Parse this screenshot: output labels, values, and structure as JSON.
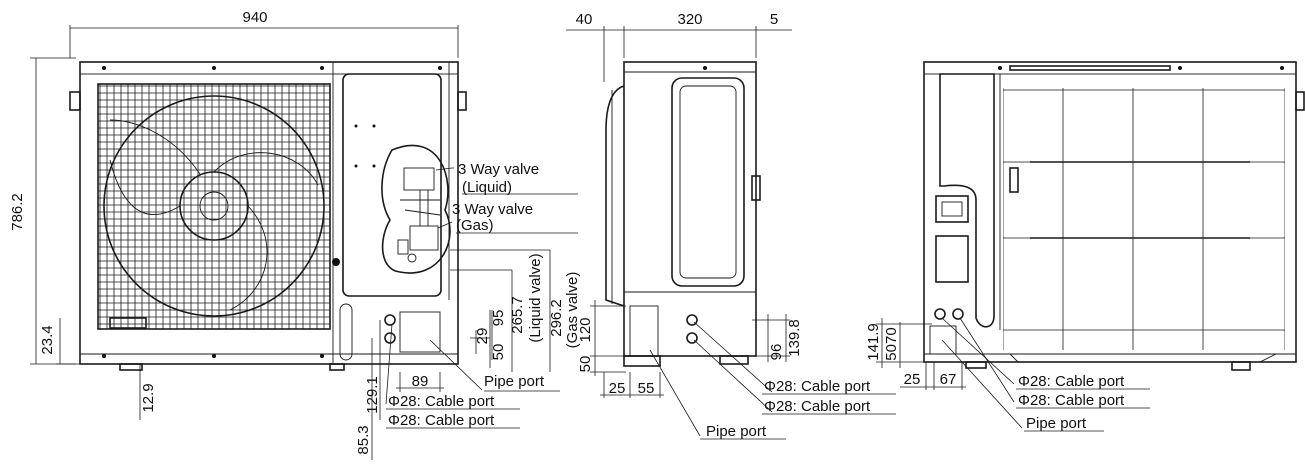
{
  "front": {
    "width": "940",
    "height": "786.2",
    "foot_offset": "23.4",
    "foot_height": "12.9",
    "dim_29": "29",
    "dim_95": "95",
    "dim_50": "50",
    "dim_89": "89",
    "dim_129": "129.1",
    "dim_85": "85.3",
    "dim_liquid": "265.7",
    "dim_liquid_label": "(Liquid valve)",
    "dim_gas": "296.2",
    "dim_gas_label": "(Gas valve)",
    "valve_liquid_line1": "3 Way valve",
    "valve_liquid_line2": "(Liquid)",
    "valve_gas_line1": "3 Way valve",
    "valve_gas_line2": "(Gas)",
    "pipe_port": "Pipe port",
    "cable_port_1": "Φ28: Cable port",
    "cable_port_2": "Φ28: Cable port"
  },
  "side": {
    "dim_40": "40",
    "dim_320": "320",
    "dim_5": "5",
    "dim_120": "120",
    "dim_50": "50",
    "dim_25": "25",
    "dim_55": "55",
    "dim_96": "96",
    "dim_139": "139.8",
    "cable_port_1": "Φ28: Cable port",
    "cable_port_2": "Φ28: Cable port",
    "pipe_port": "Pipe port"
  },
  "back": {
    "dim_141": "141.9",
    "dim_5070": "5070",
    "dim_25": "25",
    "dim_67": "67",
    "cable_port_1": "Φ28: Cable port",
    "cable_port_2": "Φ28: Cable port",
    "pipe_port": "Pipe port"
  }
}
